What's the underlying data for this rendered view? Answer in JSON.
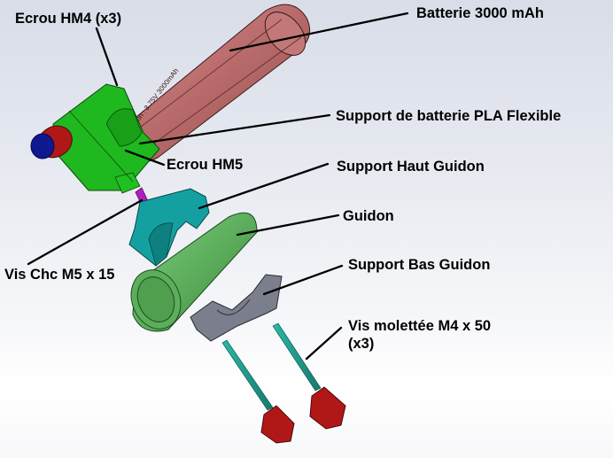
{
  "diagram": {
    "type": "exploded-assembly-view",
    "labels": [
      {
        "id": "ecrou_hm4",
        "text": "Ecrou HM4 (x3)"
      },
      {
        "id": "batterie",
        "text": "Batterie 3000 mAh"
      },
      {
        "id": "support_batterie",
        "text": "Support de batterie PLA Flexible"
      },
      {
        "id": "ecrou_hm5",
        "text": "Ecrou HM5"
      },
      {
        "id": "support_haut",
        "text": "Support Haut Guidon"
      },
      {
        "id": "guidon",
        "text": "Guidon"
      },
      {
        "id": "vis_chc",
        "text": "Vis Chc M5 x 15"
      },
      {
        "id": "support_bas",
        "text": "Support Bas Guidon"
      },
      {
        "id": "vis_molettee",
        "text": "Vis molettée M4 x 50\n(x3)"
      }
    ],
    "battery_engraving": "Li-Ion : 3.75V 3000mAh",
    "colors": {
      "battery": "#b86a6a",
      "battery_holder": "#1fb81f",
      "upper_support": "#14a0a0",
      "handlebar": "#5cad5c",
      "lower_support": "#7b7e8c",
      "screw_shaft": "#1f9a8a",
      "knob": "#b01818",
      "knob_cap": "#101890",
      "bolt": "#b020c0"
    }
  }
}
